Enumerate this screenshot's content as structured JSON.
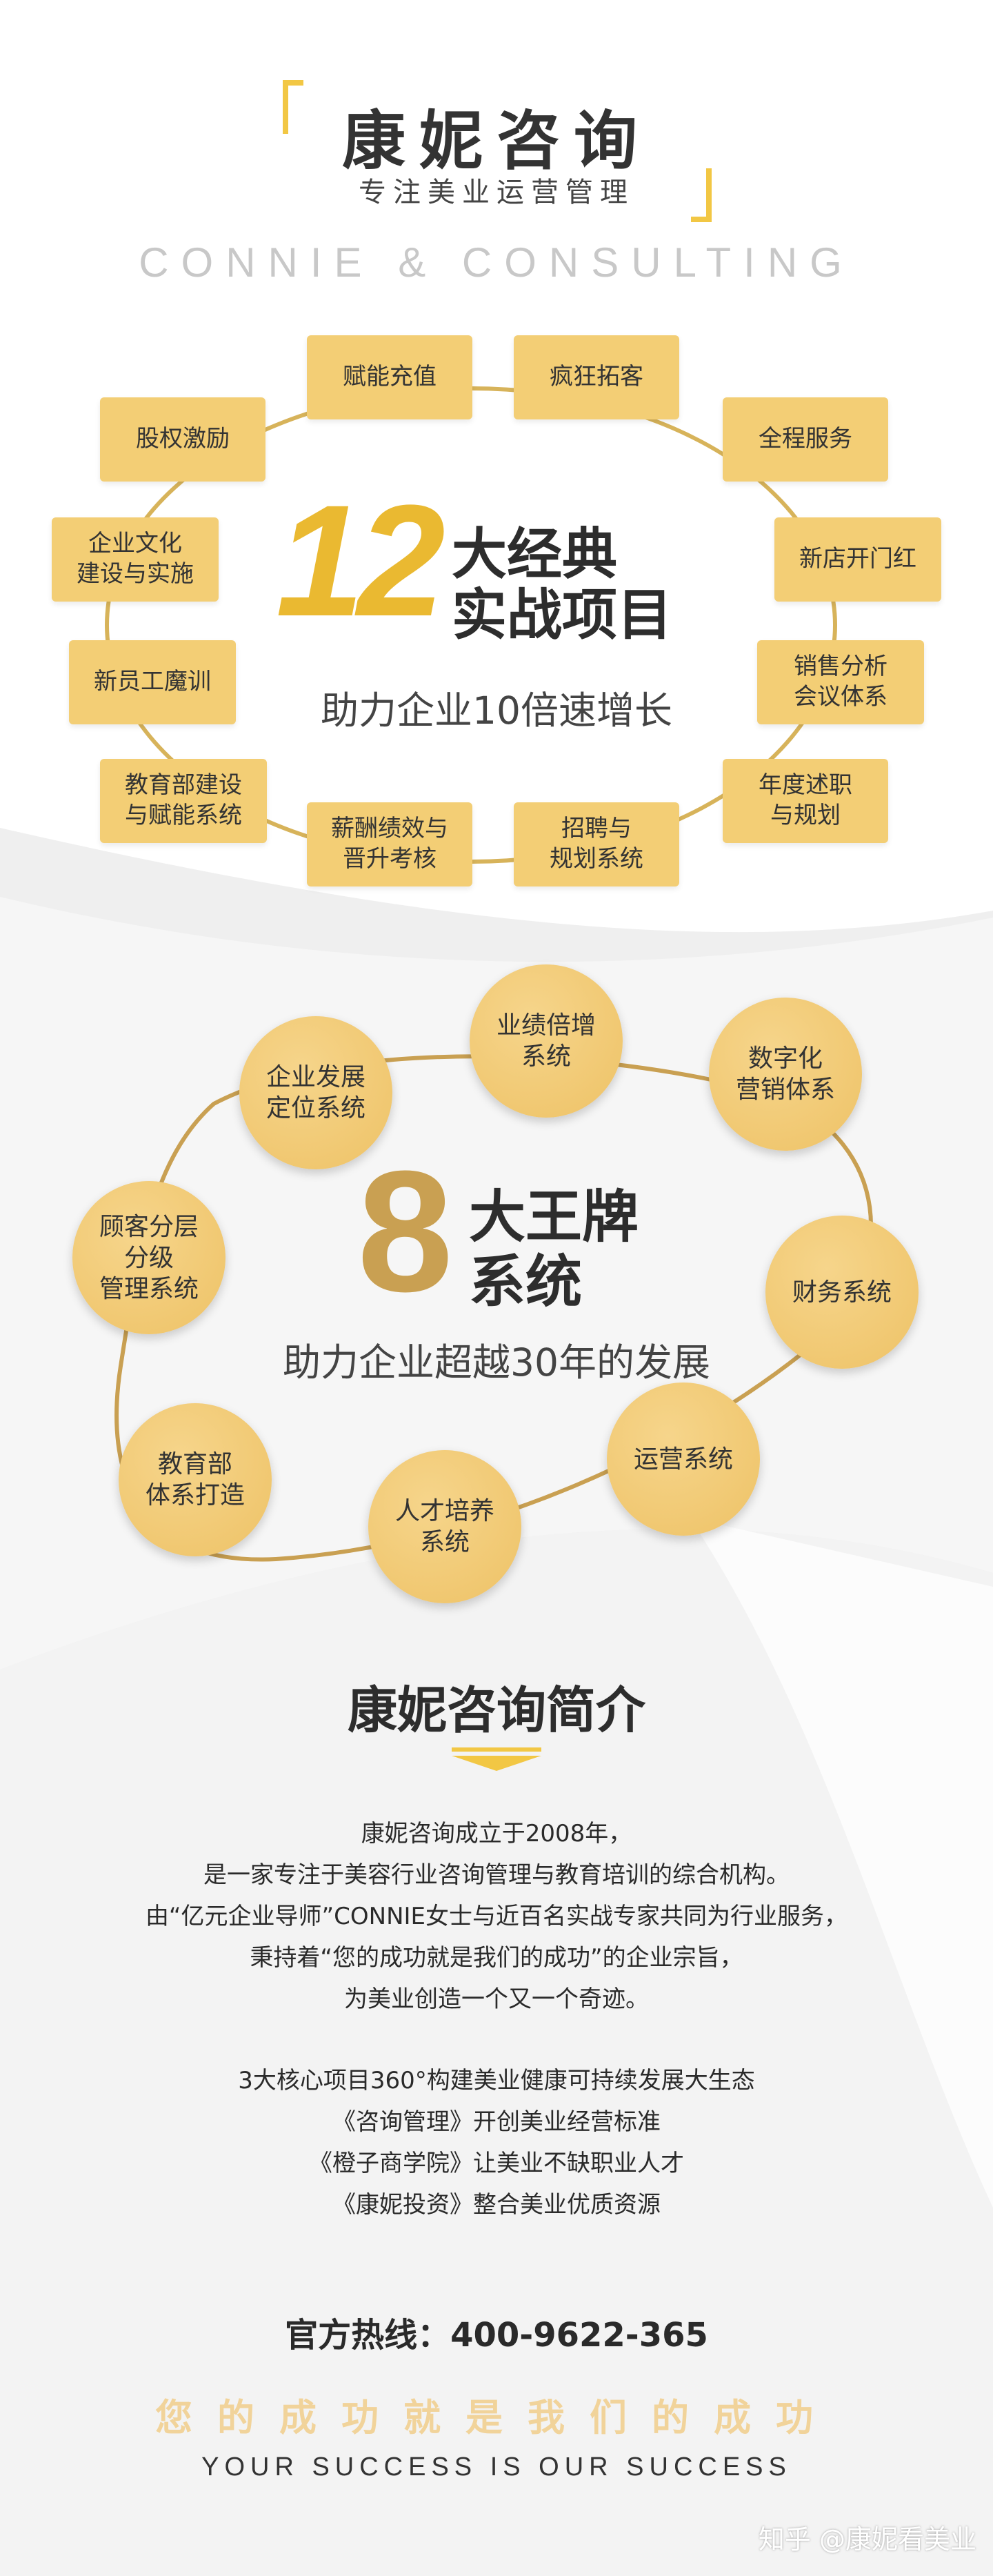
{
  "header": {
    "title": "康妮咨询",
    "subtitle": "专注美业运营管理",
    "english_name": "CONNIE & CONSULTING"
  },
  "section12": {
    "number": "12",
    "title_line1": "大经典",
    "title_line2": "实战项目",
    "subtitle": "助力企业10倍速增长",
    "items": [
      "赋能充值",
      "疯狂拓客",
      "全程服务",
      "新店开门红",
      "销售分析\n会议体系",
      "年度述职\n与规划",
      "招聘与\n规划系统",
      "薪酬绩效与\n晋升考核",
      "教育部建设\n与赋能系统",
      "新员工魔训",
      "企业文化\n建设与实施",
      "股权激励"
    ]
  },
  "section8": {
    "number": "8",
    "title_line1": "大王牌",
    "title_line2": "系统",
    "subtitle": "助力企业超越30年的发展",
    "items": [
      "业绩倍增\n系统",
      "数字化\n营销体系",
      "财务系统",
      "运营系统",
      "人才培养\n系统",
      "教育部\n体系打造",
      "顾客分层\n分级\n管理系统",
      "企业发展\n定位系统"
    ]
  },
  "intro": {
    "title": "康妮咨询简介",
    "paragraph1": [
      "康妮咨询成立于2008年，",
      "是一家专注于美容行业咨询管理与教育培训的综合机构。",
      "由“亿元企业导师”CONNIE女士与近百名实战专家共同为行业服务，",
      "秉持着“您的成功就是我们的成功”的企业宗旨，",
      "为美业创造一个又一个奇迹。"
    ],
    "paragraph2": [
      "3大核心项目360°构建美业健康可持续发展大生态",
      "《咨询管理》开创美业经营标准",
      "《橙子商学院》让美业不缺职业人才",
      "《康妮投资》整合美业优质资源"
    ]
  },
  "footer": {
    "hotline": "官方热线：400-9622-365",
    "slogan_cn": "您的成功就是我们的成功",
    "slogan_en": "YOUR SUCCESS IS OUR SUCCESS",
    "watermark": "知乎 @康妮看美业"
  },
  "colors": {
    "accent_yellow": "#f2c744",
    "tag_fill": "#f3ce75",
    "circle_fill": "#eec266",
    "ring_gold": "#d7b35a"
  }
}
